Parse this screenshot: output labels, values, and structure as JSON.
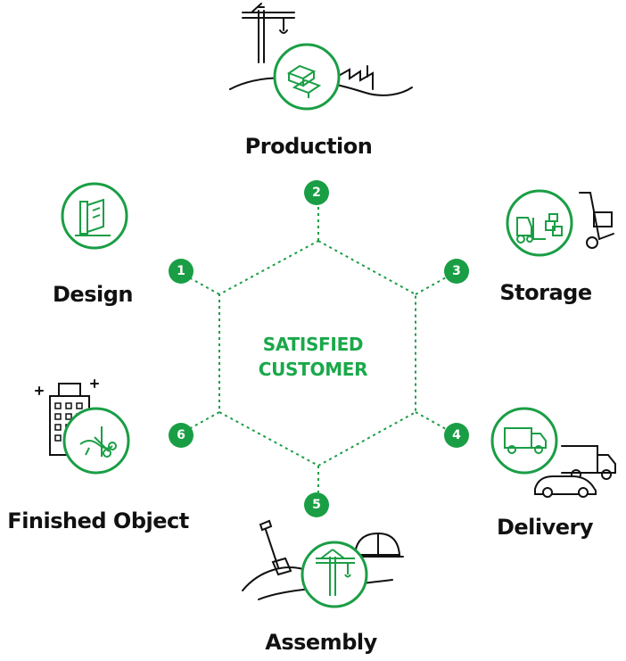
{
  "center": {
    "line1": "SATISFIED",
    "line2": "CUSTOMER"
  },
  "stages": [
    {
      "num": "1",
      "label": "Design",
      "icon": "drafting-icon"
    },
    {
      "num": "2",
      "label": "Production",
      "icon": "factory-icon"
    },
    {
      "num": "3",
      "label": "Storage",
      "icon": "forklift-icon"
    },
    {
      "num": "4",
      "label": "Delivery",
      "icon": "truck-icon"
    },
    {
      "num": "5",
      "label": "Assembly",
      "icon": "crane-icon"
    },
    {
      "num": "6",
      "label": "Finished Object",
      "icon": "ribbon-cutting-icon"
    }
  ],
  "colors": {
    "accent": "#1a9e45",
    "accent_text": "#1aa84a",
    "line": "#111111",
    "label": "#111111"
  }
}
